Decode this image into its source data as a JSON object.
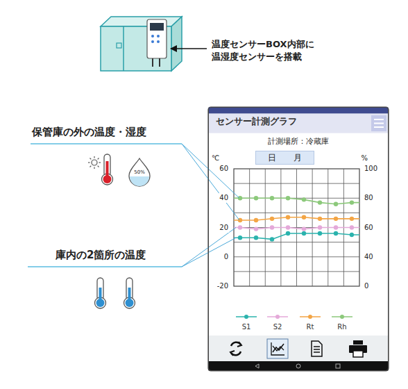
{
  "diagram": {
    "nodes": [
      {
        "text": [
          "センサー計測グラフ"
        ]
      },
      {
        "text": [
          "日"
        ],
        "in": 0
      },
      {
        "text": [
          "月"
        ],
        "in": 0
      }
    ],
    "labels": [
      "温度センサーBOX内部に 温湿度センサーを搭載",
      "保管庫の外の温度・湿度",
      "50%",
      "庫内の2箇所の温度",
      "計測場所：冷蔵庫",
      "℃",
      "%",
      "60",
      "40",
      "20",
      "0",
      "-20",
      "100",
      "80",
      "60",
      "40",
      "0"
    ],
    "legend": [
      {
        "text": "S1"
      },
      {
        "text": "S2"
      },
      {
        "text": "Rt"
      },
      {
        "text": "Rh"
      }
    ]
  }
}
